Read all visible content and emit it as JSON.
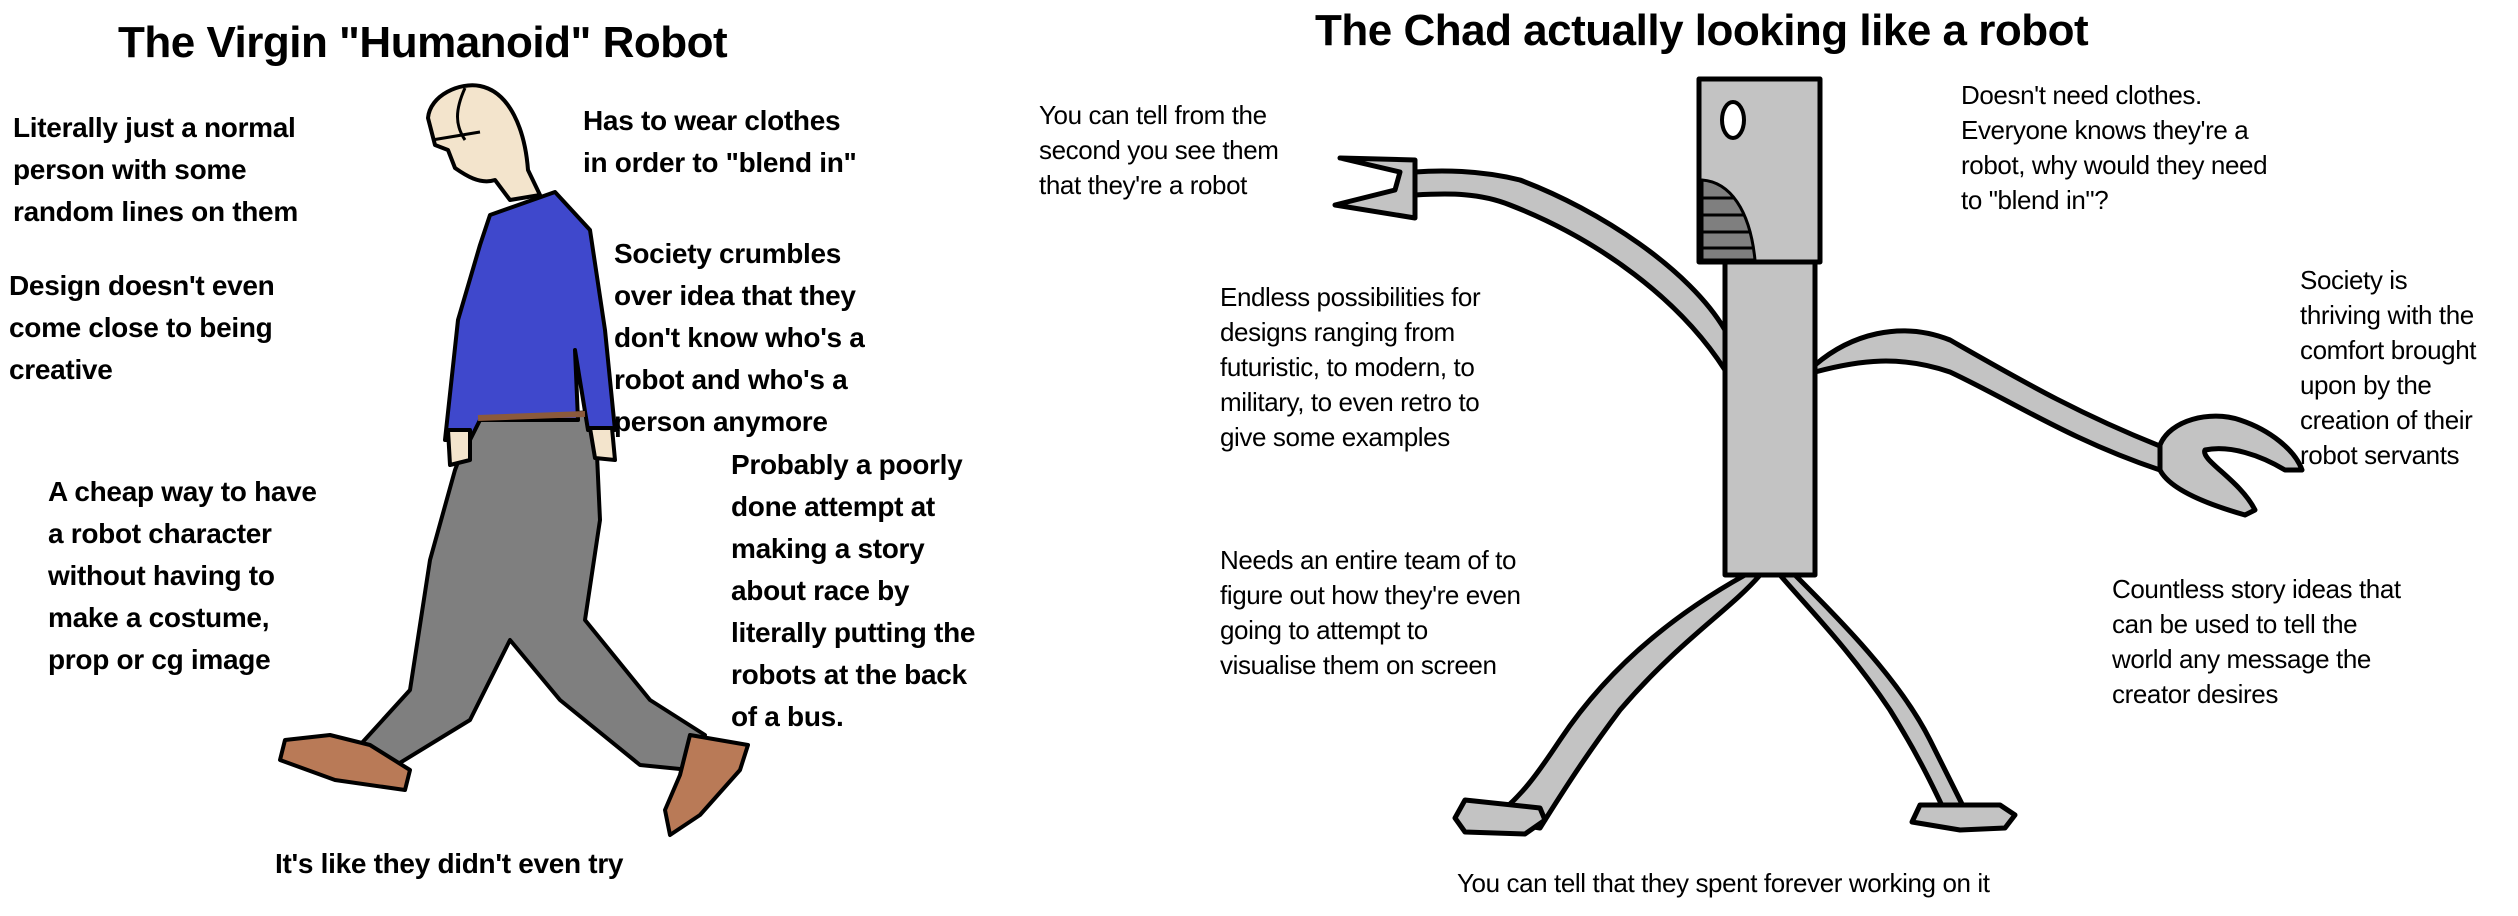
{
  "virgin": {
    "title": "The Virgin \"Humanoid\" Robot",
    "captions": {
      "normal_person": [
        "Literally just a normal",
        "person with some",
        "random lines on them"
      ],
      "design": [
        "Design doesn't even",
        "come close to being",
        "creative"
      ],
      "cheap": [
        "A cheap way to have",
        "a robot character",
        "without having to",
        "make a costume,",
        "prop or cg image"
      ],
      "clothes": [
        "Has to wear clothes",
        "in order to \"blend in\""
      ],
      "society": [
        "Society crumbles",
        "over idea that they",
        "don't know who's a",
        "robot and who's a",
        "person anymore"
      ],
      "story": [
        "Probably a poorly",
        "done attempt at",
        "making a story",
        "about race by",
        "literally putting the",
        "robots at the back",
        "of a bus."
      ],
      "bottom": "It's like they didn't even try"
    }
  },
  "chad": {
    "title": "The Chad actually looking like a robot",
    "captions": {
      "tell": [
        "You can tell from the",
        "second you see them",
        "that they're a robot"
      ],
      "clothes": [
        "Doesn't need clothes.",
        "Everyone knows they're a",
        "robot, why would they need",
        "to \"blend in\"?"
      ],
      "designs": [
        "Endless possibilities for",
        "designs ranging from",
        "futuristic, to modern, to",
        "military, to even retro to",
        "give some examples"
      ],
      "society": [
        "Society is",
        "thriving with the",
        "comfort brought",
        "upon by the",
        "creation of their",
        "robot servants"
      ],
      "team": [
        "Needs an entire team of to",
        "figure out how they're even",
        "going to attempt to",
        "visualise them on screen"
      ],
      "story": [
        "Countless story ideas that",
        "can be used to tell the",
        "world any message the",
        "creator desires"
      ],
      "bottom": "You can tell that they spent forever working on it"
    }
  },
  "colors": {
    "shirt": "#3f48cc",
    "pants": "#7f7f7f",
    "shoes": "#b97a57",
    "skin": "#f3e4cc",
    "robot": "#c3c3c3",
    "robot_dark": "#7f7f7f"
  }
}
